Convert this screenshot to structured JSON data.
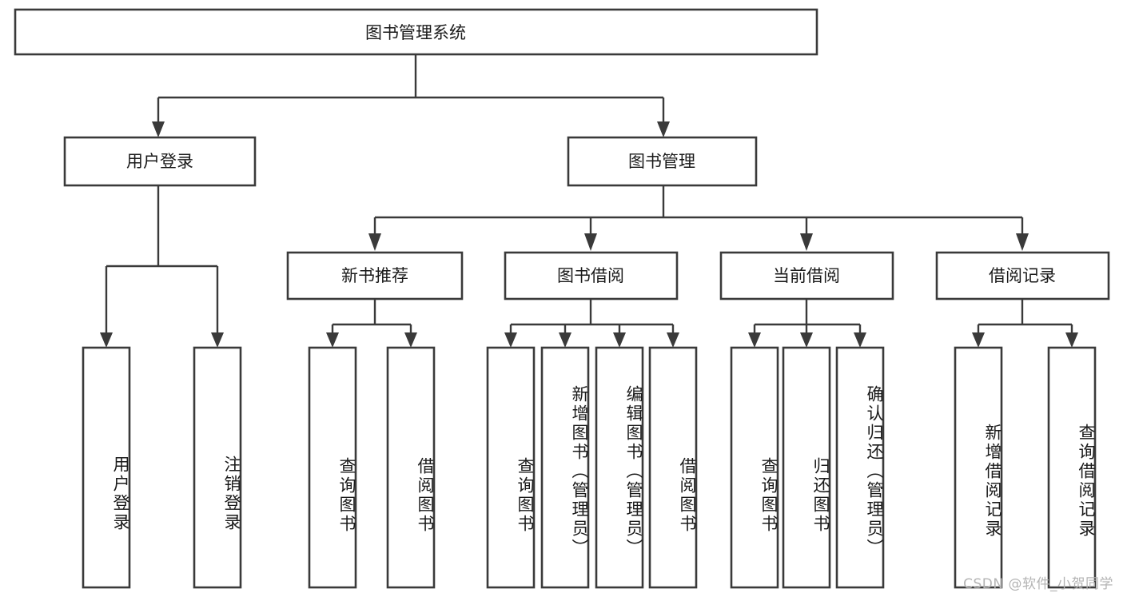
{
  "diagram": {
    "type": "tree-hierarchy",
    "orientation": "top-down",
    "colors": {
      "background": "#ffffff",
      "box_stroke": "#3a3a3a",
      "box_fill": "#ffffff",
      "text": "#1a1a1a",
      "connector": "#3a3a3a",
      "watermark": "#b4b4b4"
    },
    "root": {
      "label": "图书管理系统"
    },
    "level2": [
      {
        "label": "用户登录"
      },
      {
        "label": "图书管理"
      }
    ],
    "level3": [
      {
        "label": "新书推荐"
      },
      {
        "label": "图书借阅"
      },
      {
        "label": "当前借阅"
      },
      {
        "label": "借阅记录"
      }
    ],
    "leaves": {
      "user_login": [
        {
          "label": "用户登录"
        },
        {
          "label": "注销登录"
        }
      ],
      "new_book_recommend": [
        {
          "label": "查询图书"
        },
        {
          "label": "借阅图书"
        }
      ],
      "book_borrow": [
        {
          "label": "查询图书"
        },
        {
          "label": "新增图书（管理员）"
        },
        {
          "label": "编辑图书（管理员）"
        },
        {
          "label": "借阅图书"
        }
      ],
      "current_borrow": [
        {
          "label": "查询图书"
        },
        {
          "label": "归还图书"
        },
        {
          "label": "确认归还（管理员）"
        }
      ],
      "borrow_record": [
        {
          "label": "新增借阅记录"
        },
        {
          "label": "查询借阅记录"
        }
      ]
    }
  },
  "watermark": {
    "text": "CSDN @软件_小贺同学"
  }
}
